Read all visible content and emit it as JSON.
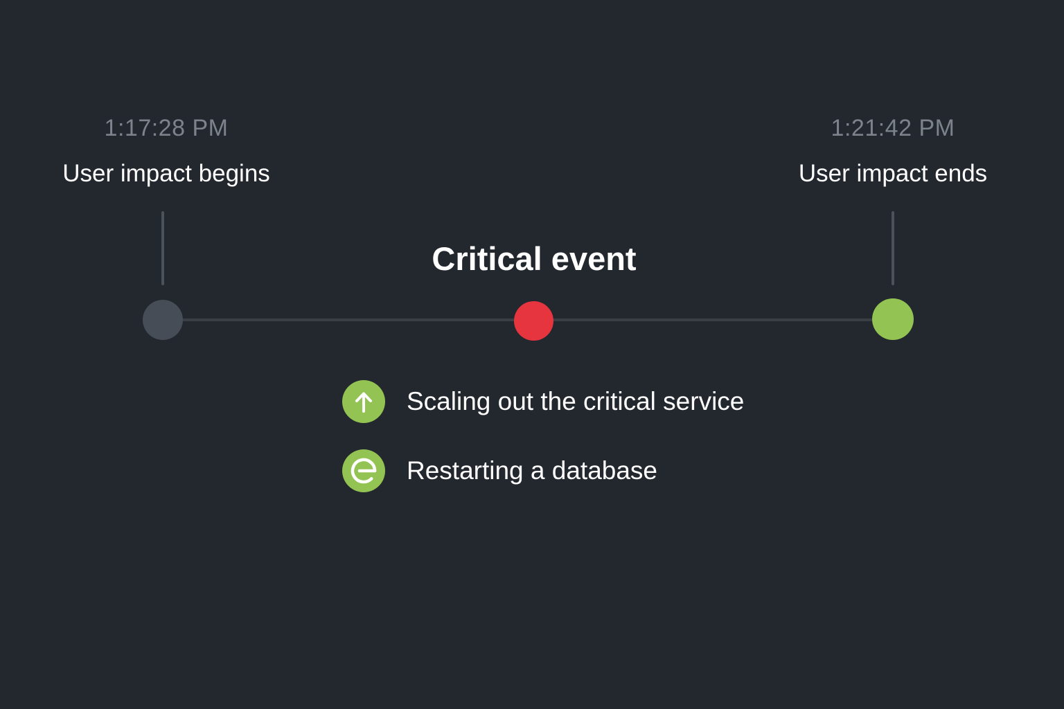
{
  "diagram": {
    "title": "Critical event",
    "start": {
      "time": "1:17:28 PM",
      "label": "User impact begins"
    },
    "end": {
      "time": "1:21:42 PM",
      "label": "User impact ends"
    }
  },
  "legend": {
    "items": [
      {
        "icon": "scale-up-arrow-icon",
        "label": "Scaling out the critical service"
      },
      {
        "icon": "restart-icon",
        "label": "Restarting a database"
      }
    ]
  },
  "colors": {
    "background": "#23272e",
    "track_line": "#3a3f46",
    "tick_line": "#4c525a",
    "start_dot": "#474d56",
    "critical_dot": "#e73540",
    "end_dot": "#93c353",
    "legend_badge": "#93c353",
    "timestamp_text": "#7d838c",
    "primary_text": "#ffffff"
  }
}
